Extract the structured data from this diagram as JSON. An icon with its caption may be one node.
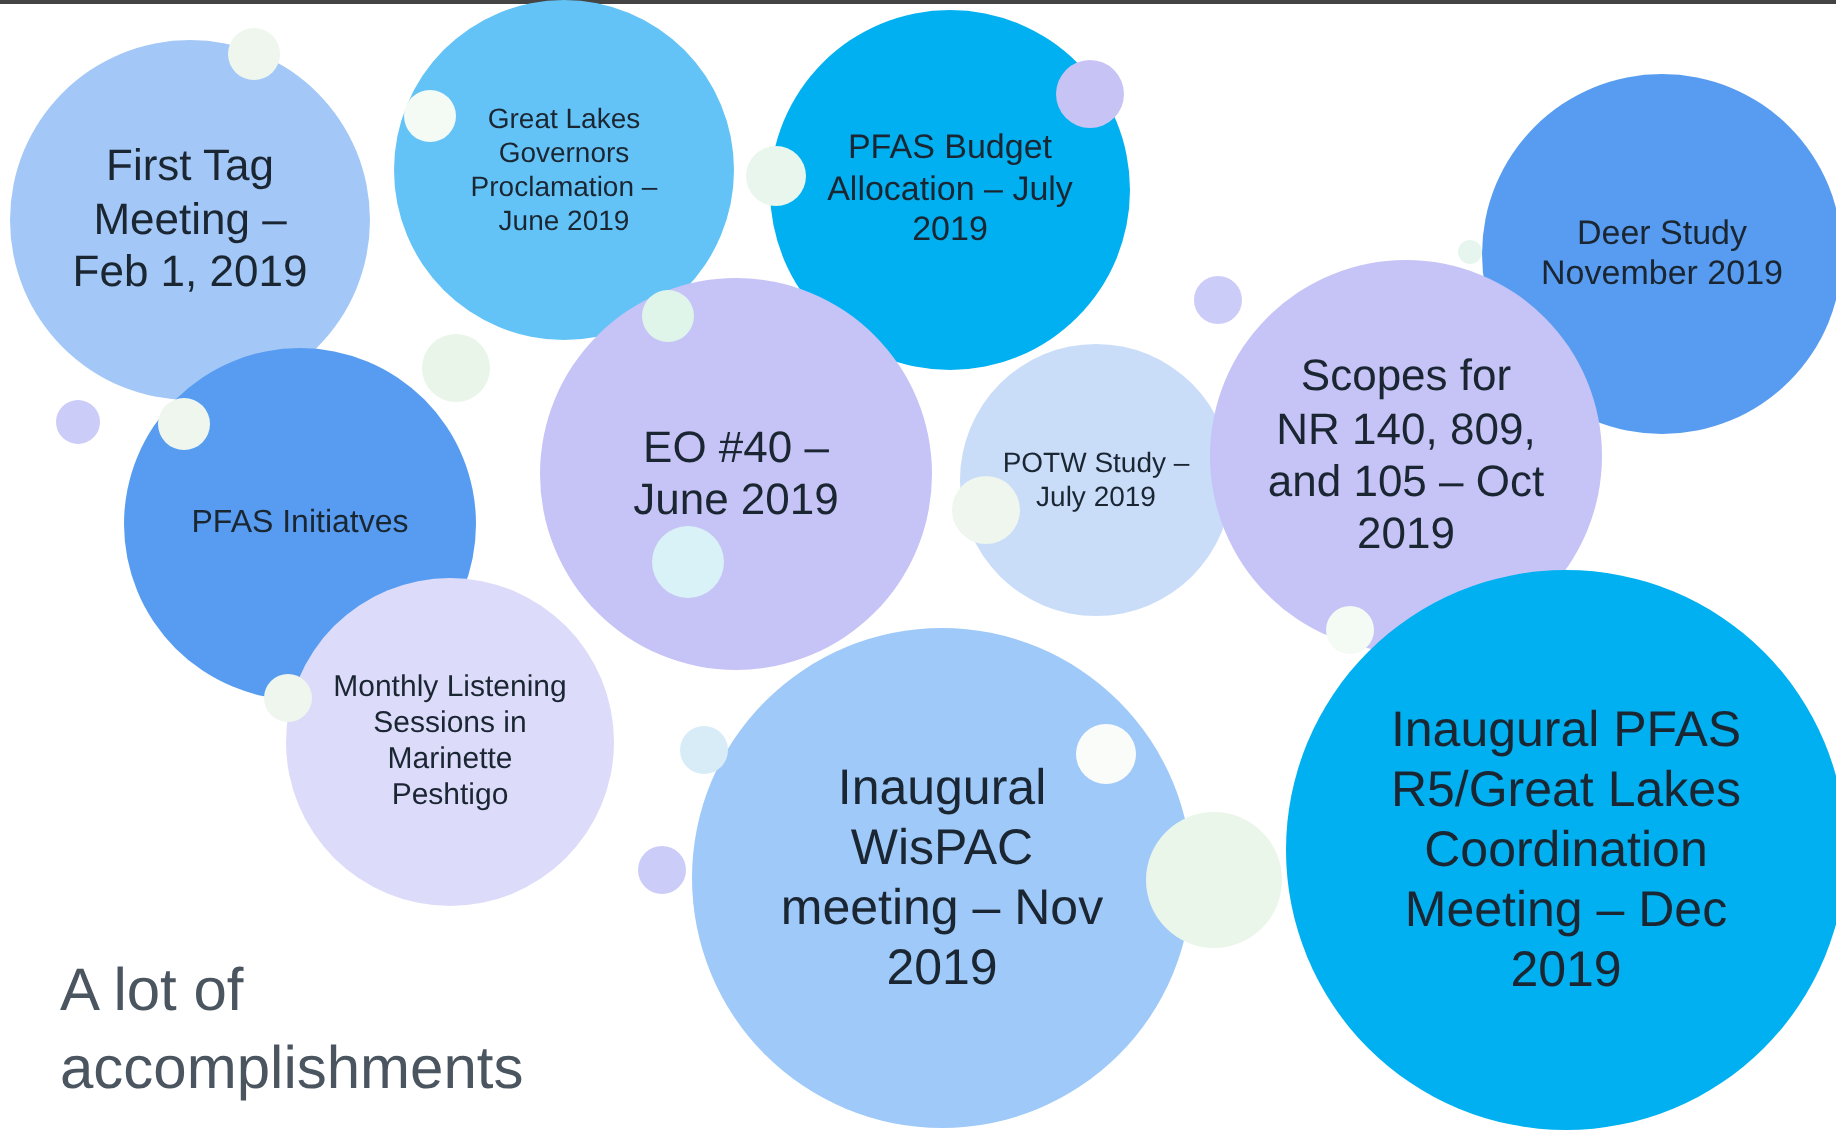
{
  "diagram": {
    "nodes": [
      {
        "text": [
          "First Tag Meeting – Feb 1, 2019"
        ]
      },
      {
        "text": [
          "Great Lakes Governors Proclamation – June 2019"
        ]
      },
      {
        "text": [
          "PFAS Budget Allocation – July 2019"
        ]
      },
      {
        "text": [
          "Deer Study November 2019"
        ]
      },
      {
        "text": [
          "EO #40 – June 2019"
        ]
      },
      {
        "text": [
          "POTW Study – July 2019"
        ]
      },
      {
        "text": [
          "Scopes for NR 140, 809, and 105 – Oct 2019"
        ]
      },
      {
        "text": [
          "PFAS Initiatves"
        ]
      },
      {
        "text": [
          "Monthly Listening Sessions in Marinette Peshtigo"
        ]
      },
      {
        "text": [
          "Inaugural WisPAC meeting – Nov 2019"
        ]
      },
      {
        "text": [
          "Inaugural PFAS R5/Great Lakes Coordination Meeting – Dec 2019"
        ]
      }
    ],
    "labels": [
      "A lot of accomplishments"
    ]
  }
}
